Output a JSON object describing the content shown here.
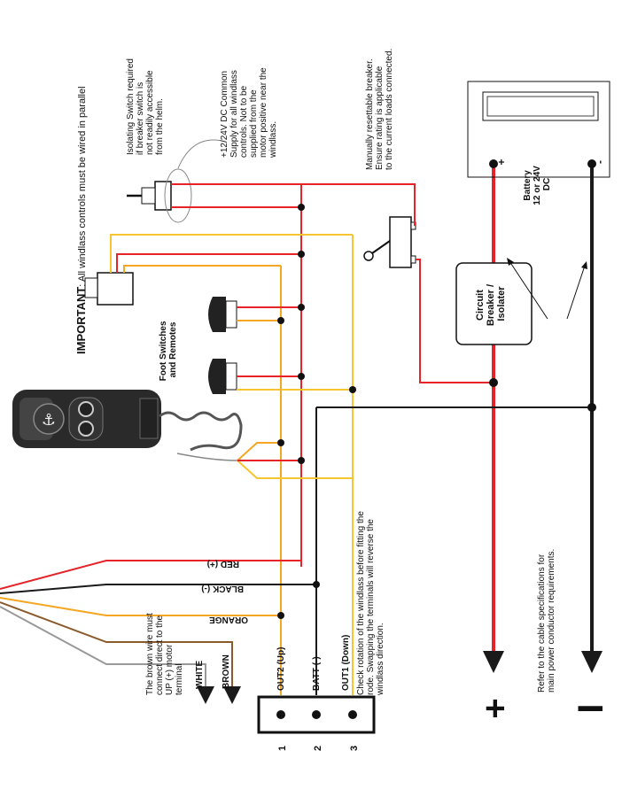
{
  "notes": {
    "important_label": "IMPORTANT",
    "important_text": ": All windlass controls must be wired in parallel",
    "isolating": [
      "Isolating Switch required",
      "if breaker switch is",
      "not readily accessible",
      "from the helm."
    ],
    "supply": [
      "+12/24V DC Common",
      "Supply for all windlass",
      "controls. Not to be",
      "supplied from the",
      "motor positive near the",
      "windlass."
    ],
    "breaker_note": [
      "Manually resettable breaker.",
      "Ensure rating is applicable",
      "to the current loads connected."
    ],
    "foot_switches": [
      "Foot Switches",
      "and Remotes"
    ],
    "rotation": [
      "Check rotation of the windlass before fitting the",
      "rode. Swapping the terminals will reverse the",
      "windlass direction."
    ],
    "brown_note": [
      "The brown wire must",
      "connect direct to the",
      "UP (+) motor",
      "terminal"
    ],
    "cable_spec": [
      "Refer to the cable specifications for",
      "main power conductor requirements."
    ]
  },
  "battery": {
    "plus": "+",
    "minus": "-",
    "lines": [
      "Battery",
      "12 or 24V",
      "DC"
    ]
  },
  "circuit_breaker": [
    "Circuit",
    "Breaker /",
    "Isolater"
  ],
  "wires": {
    "red": "RED (+)",
    "black": "BLACK (-)",
    "orange": "ORANGE",
    "white": "WHITE",
    "brown": "BROWN"
  },
  "terminals": [
    {
      "num": "1",
      "label": "OUT2 (Up)"
    },
    {
      "num": "2",
      "label": "BATT (-)"
    },
    {
      "num": "3",
      "label": "OUT1 (Down)"
    }
  ],
  "power": {
    "plus": "+",
    "minus": "I"
  },
  "colors": {
    "red": "#e52329",
    "black": "#1a1a1a",
    "orange": "#f5a623",
    "yellow": "#f7c531",
    "brown": "#8b5a2b",
    "white": "#999999"
  }
}
